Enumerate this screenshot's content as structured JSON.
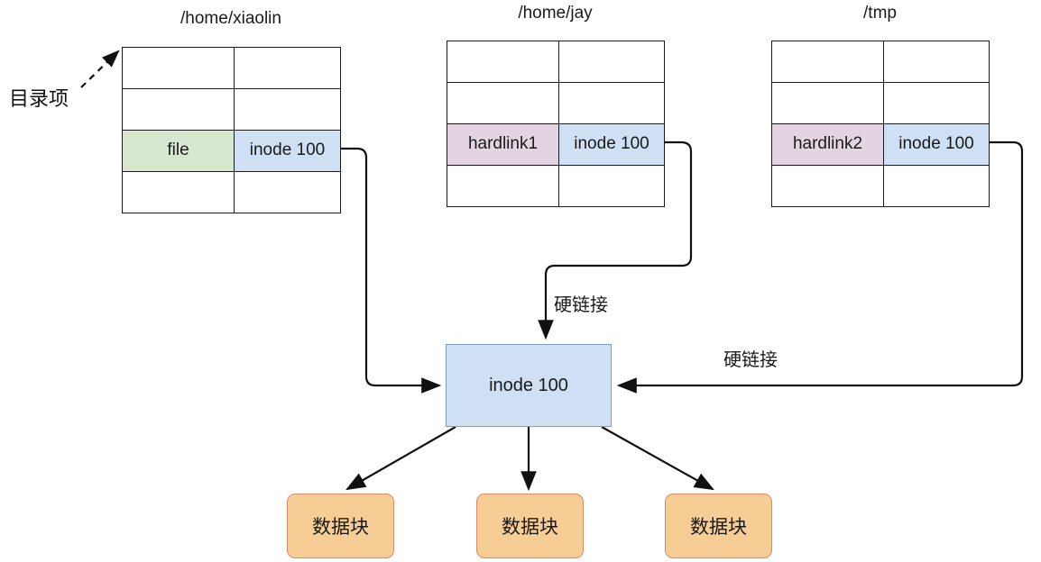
{
  "diagram": {
    "title_hidden": "",
    "annotation_dirent": "目录项",
    "tables": [
      {
        "name": "home-xiaolin",
        "path_label": "/home/xiaolin",
        "rows": [
          {
            "name": "",
            "inode": "",
            "highlight": "none"
          },
          {
            "name": "",
            "inode": "",
            "highlight": "none"
          },
          {
            "name": "file",
            "inode": "inode 100",
            "highlight": "file"
          },
          {
            "name": "",
            "inode": "",
            "highlight": "none"
          }
        ]
      },
      {
        "name": "home-jay",
        "path_label": "/home/jay",
        "rows": [
          {
            "name": "",
            "inode": "",
            "highlight": "none"
          },
          {
            "name": "",
            "inode": "",
            "highlight": "none"
          },
          {
            "name": "hardlink1",
            "inode": "inode 100",
            "highlight": "link"
          },
          {
            "name": "",
            "inode": "",
            "highlight": "none"
          }
        ]
      },
      {
        "name": "tmp",
        "path_label": "/tmp",
        "rows": [
          {
            "name": "",
            "inode": "",
            "highlight": "none"
          },
          {
            "name": "",
            "inode": "",
            "highlight": "none"
          },
          {
            "name": "hardlink2",
            "inode": "inode 100",
            "highlight": "link"
          },
          {
            "name": "",
            "inode": "",
            "highlight": "none"
          }
        ]
      }
    ],
    "inode_node": {
      "label": "inode 100"
    },
    "edge_labels": {
      "hardlink_center": "硬链接",
      "hardlink_right": "硬链接"
    },
    "data_blocks": [
      {
        "label": "数据块"
      },
      {
        "label": "数据块"
      },
      {
        "label": "数据块"
      }
    ],
    "colors": {
      "inode_fill": "#cfe0f5",
      "inode_stroke": "#7a9ec9",
      "file_name_fill": "#d8e8d0",
      "link_name_fill": "#e4d4e2",
      "data_block_fill": "#f5cd95",
      "data_block_stroke": "#d98b6a",
      "line": "#1a1a1a",
      "table_border": "#1a1a1a"
    }
  }
}
